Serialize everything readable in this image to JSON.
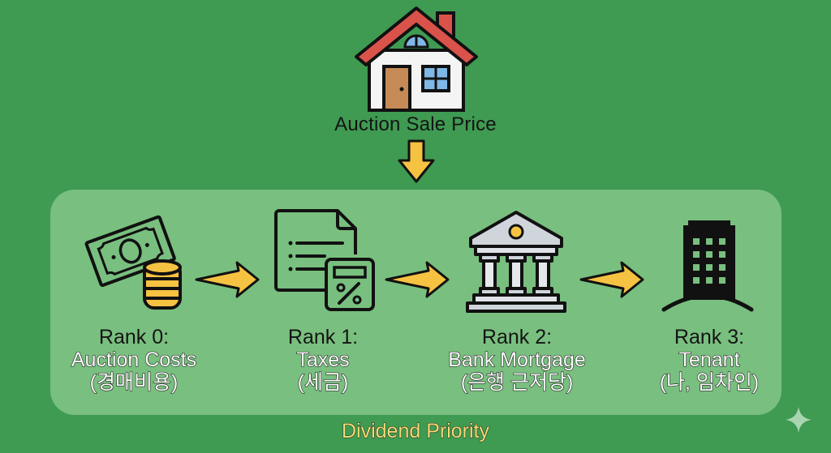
{
  "diagram": {
    "top": {
      "icon": "house-icon",
      "label": "Auction Sale Price",
      "arrow": "down-arrow-icon"
    },
    "panel": {
      "ranks": [
        {
          "title": "Rank 0:",
          "name": "Auction Costs",
          "korean": "(경매비용)",
          "icon": "money-coins-icon"
        },
        {
          "title": "Rank 1:",
          "name": "Taxes",
          "korean": "(세금)",
          "icon": "tax-document-calculator-icon"
        },
        {
          "title": "Rank 2:",
          "name": "Bank Mortgage",
          "korean": "(은행 근저당)",
          "icon": "bank-icon"
        },
        {
          "title": "Rank 3:",
          "name": "Tenant",
          "korean": "(나, 임차인)",
          "icon": "apartment-building-icon"
        }
      ],
      "arrows": [
        "right-arrow-icon",
        "right-arrow-icon",
        "right-arrow-icon"
      ]
    },
    "footer_label": "Dividend Priority",
    "watermark": "sparkle-icon"
  },
  "colors": {
    "background": "#3f9a52",
    "panel": "#79bf7f",
    "arrow_fill": "#f6c242",
    "roof": "#d9534a",
    "door": "#c58a55",
    "window": "#7fb7e6",
    "footer_text": "#f3dc7a"
  }
}
